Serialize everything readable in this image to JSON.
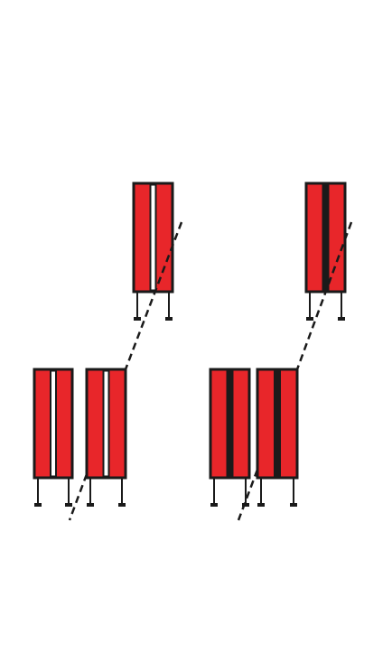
{
  "colors": {
    "background": "#ffffff",
    "fill": "#e8262a",
    "outline": "#1a1a1a",
    "gap_light": "#ffffff",
    "gap_dark": "#1a1a1a",
    "dashed_line": "#1a1a1a"
  },
  "diagram": {
    "panels": [
      {
        "name": "panel-left",
        "gap_style": "light",
        "units": [
          "top",
          "bottom-left",
          "bottom-right"
        ]
      },
      {
        "name": "panel-right",
        "gap_style": "dark",
        "units": [
          "top",
          "bottom-left",
          "bottom-right"
        ]
      }
    ]
  }
}
